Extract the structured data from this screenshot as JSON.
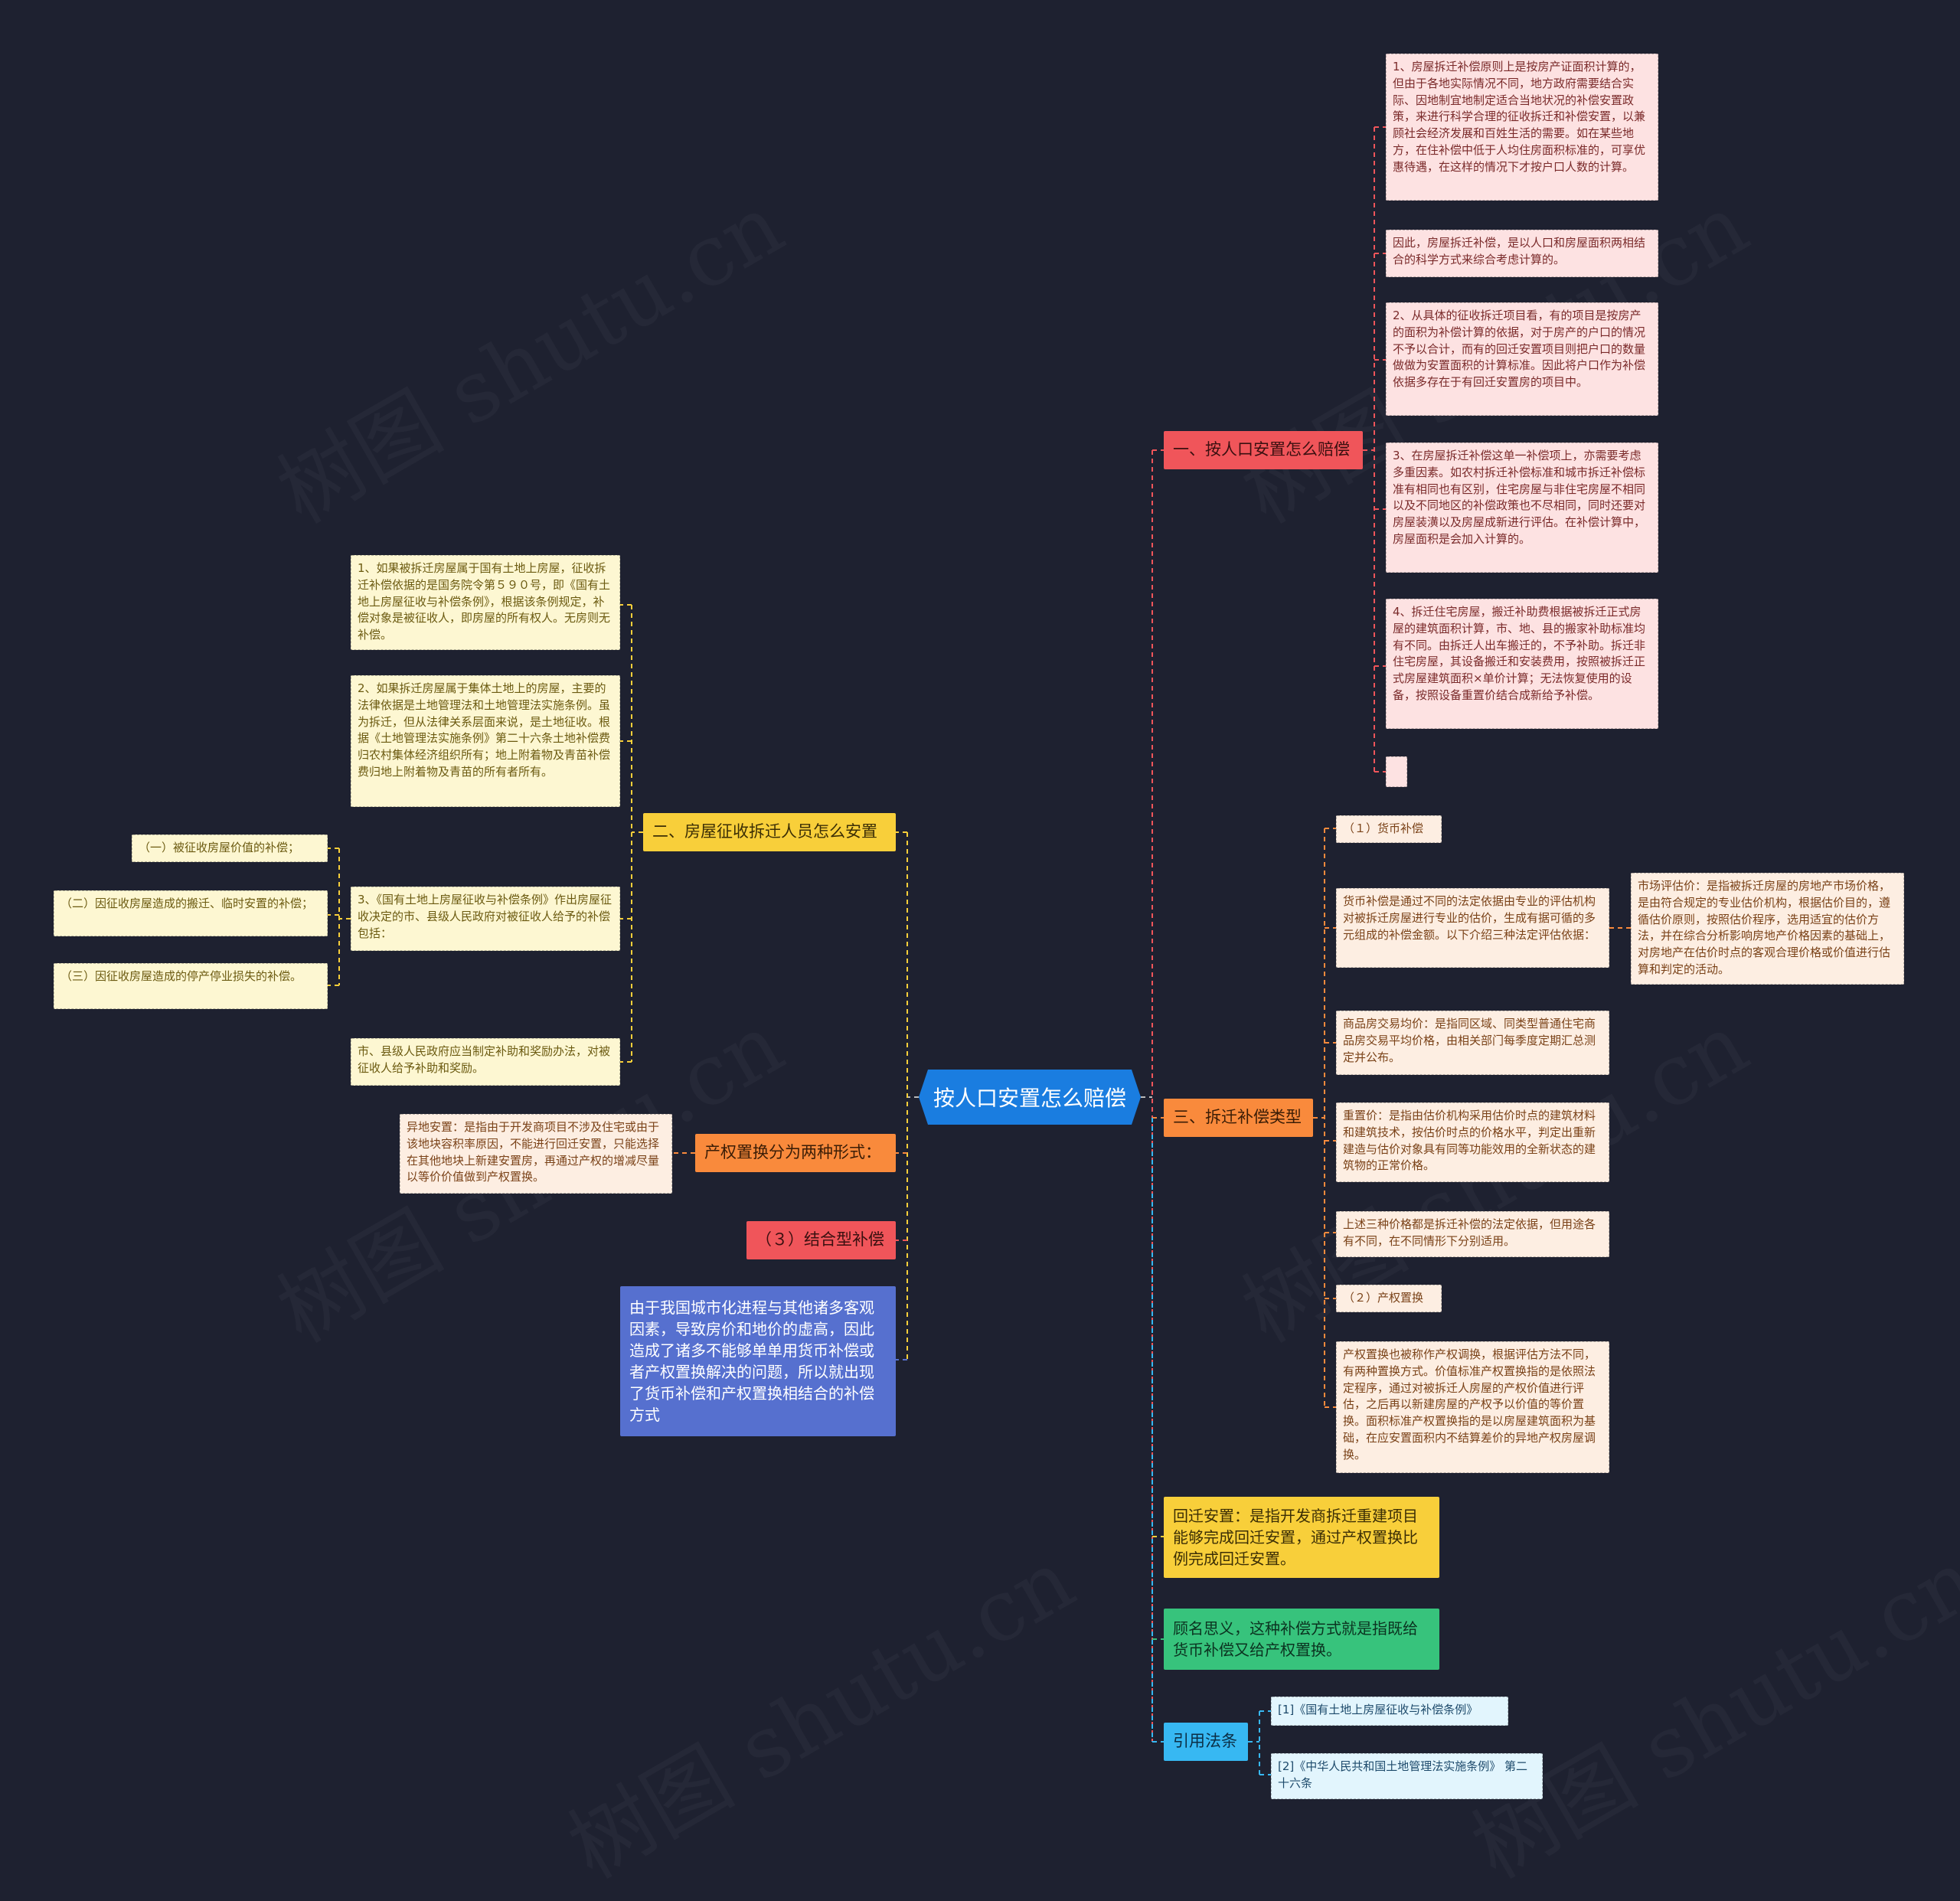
{
  "watermark": "树图 shutu.cn",
  "root": {
    "label": "按人口安置怎么赔偿"
  },
  "branch1": {
    "label": "一、按人口安置怎么赔偿",
    "items": [
      "1、房屋拆迁补偿原则上是按房产证面积计算的，但由于各地实际情况不同，地方政府需要结合实际、因地制宜地制定适合当地状况的补偿安置政策，来进行科学合理的征收拆迁和补偿安置，以兼顾社会经济发展和百姓生活的需要。如在某些地方，在住补偿中低于人均住房面积标准的，可享优惠待遇，在这样的情况下才按户口人数的计算。",
      "因此，房屋拆迁补偿，是以人口和房屋面积两相结合的科学方式来综合考虑计算的。",
      "2、从具体的征收拆迁项目看，有的项目是按房产的面积为补偿计算的依据，对于房产的户口的情况不予以合计，而有的回迁安置项目则把户口的数量做做为安置面积的计算标准。因此将户口作为补偿依据多存在于有回迁安置房的项目中。",
      "3、在房屋拆迁补偿这单一补偿项上，亦需要考虑多重因素。如农村拆迁补偿标准和城市拆迁补偿标准有相同也有区别，住宅房屋与非住宅房屋不相同以及不同地区的补偿政策也不尽相同，同时还要对房屋装潢以及房屋成新进行评估。在补偿计算中，房屋面积是会加入计算的。",
      "4、拆迁住宅房屋，搬迁补助费根据被拆迁正式房屋的建筑面积计算，市、地、县的搬家补助标准均有不同。由拆迁人出车搬迁的，不予补助。拆迁非住宅房屋，其设备搬迁和安装费用，按照被拆迁正式房屋建筑面积×单价计算；无法恢复使用的设备，按照设备重置价结合成新给予补偿。",
      ""
    ]
  },
  "branch2": {
    "label": "二、房屋征收拆迁人员怎么安置",
    "items": [
      "1、如果被拆迁房屋属于国有土地上房屋，征收拆迁补偿依据的是国务院令第５９０号，即《国有土地上房屋征收与补偿条例》，根据该条例规定，补偿对象是被征收人，即房屋的所有权人。无房则无补偿。",
      "2、如果拆迁房屋属于集体土地上的房屋，主要的法律依据是土地管理法和土地管理法实施条例。虽为拆迁，但从法律关系层面来说，是土地征收。根据《土地管理法实施条例》第二十六条土地补偿费归农村集体经济组织所有；地上附着物及青苗补偿费归地上附着物及青苗的所有者所有。",
      "3、《国有土地上房屋征收与补偿条例》作出房屋征收决定的市、县级人民政府对被征收人给予的补偿包括：",
      "市、县级人民政府应当制定补助和奖励办法，对被征收人给予补助和奖励。"
    ],
    "sub": [
      "（一）被征收房屋价值的补偿；",
      "（二）因征收房屋造成的搬迁、临时安置的补偿；",
      "（三）因征收房屋造成的停产停业损失的补偿。"
    ]
  },
  "branch3": {
    "label": "产权置换分为两种形式：",
    "item": "异地安置：是指由于开发商项目不涉及住宅或由于该地块容积率原因，不能进行回迁安置，只能选择在其他地块上新建安置房，再通过产权的增减尽量以等价价值做到产权置换。"
  },
  "branch4": {
    "label": "（３）结合型补偿"
  },
  "branch5": {
    "label": "由于我国城市化进程与其他诸多客观因素，导致房价和地价的虚高，因此造成了诸多不能够单单用货币补偿或者产权置换解决的问题，所以就出现了货币补偿和产权置换相结合的补偿方式"
  },
  "branch6": {
    "label": "三、拆迁补偿类型",
    "items": [
      "（１）货币补偿",
      "货币补偿是通过不同的法定依据由专业的评估机构对被拆迁房屋进行专业的估价，生成有据可循的多元组成的补偿金额。以下介绍三种法定评估依据：",
      "商品房交易均价：是指同区域、同类型普通住宅商品房交易平均价格，由相关部门每季度定期汇总测定并公布。",
      "重置价：是指由估价机构采用估价时点的建筑材料和建筑技术，按估价时点的价格水平，判定出重新建造与估价对象具有同等功能效用的全新状态的建筑物的正常价格。",
      "上述三种价格都是拆迁补偿的法定依据，但用途各有不同，在不同情形下分别适用。",
      "（２）产权置换",
      "产权置换也被称作产权调换，根据评估方法不同，有两种置换方式。价值标准产权置换指的是依照法定程序，通过对被拆迁人房屋的产权价值进行评估，之后再以新建房屋的产权予以价值的等价置换。面积标准产权置换指的是以房屋建筑面积为基础，在应安置面积内不结算差价的异地产权房屋调换。"
    ],
    "sub": "市场评估价：是指被拆迁房屋的房地产市场价格，是由符合规定的专业估价机构，根据估价目的，遵循估价原则，按照估价程序，选用适宜的估价方法，并在综合分析影响房地产价格因素的基础上，对房地产在估价时点的客观合理价格或价值进行估算和判定的活动。"
  },
  "branch7": {
    "label": "回迁安置：是指开发商拆迁重建项目能够完成回迁安置，通过产权置换比例完成回迁安置。"
  },
  "branch8": {
    "label": "顾名思义，这种补偿方式就是指既给货币补偿又给产权置换。"
  },
  "branch9": {
    "label": "引用法条",
    "items": [
      "[1]《国有土地上房屋征收与补偿条例》",
      "[2]《中华人民共和国土地管理法实施条例》 第二十六条"
    ]
  },
  "colors": {
    "background": "#1e2130",
    "root": "#1a7de0",
    "red": "#f0555a",
    "orange": "#f98a3c",
    "yellow": "#f8cf3a",
    "cyan": "#37b8f2",
    "green": "#37c37c",
    "blue": "#5670cf"
  }
}
